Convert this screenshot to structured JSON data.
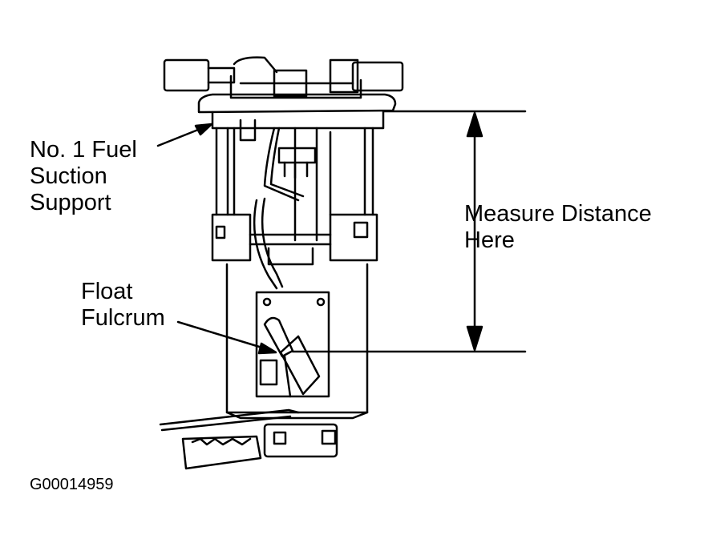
{
  "labels": {
    "suction_support": [
      "No. 1 Fuel",
      "Suction",
      "Support"
    ],
    "measure": [
      "Measure Distance",
      "Here"
    ],
    "float_fulcrum": [
      "Float",
      "Fulcrum"
    ]
  },
  "figure_code": "G00014959",
  "colors": {
    "ink": "#000000",
    "paper": "#ffffff"
  }
}
